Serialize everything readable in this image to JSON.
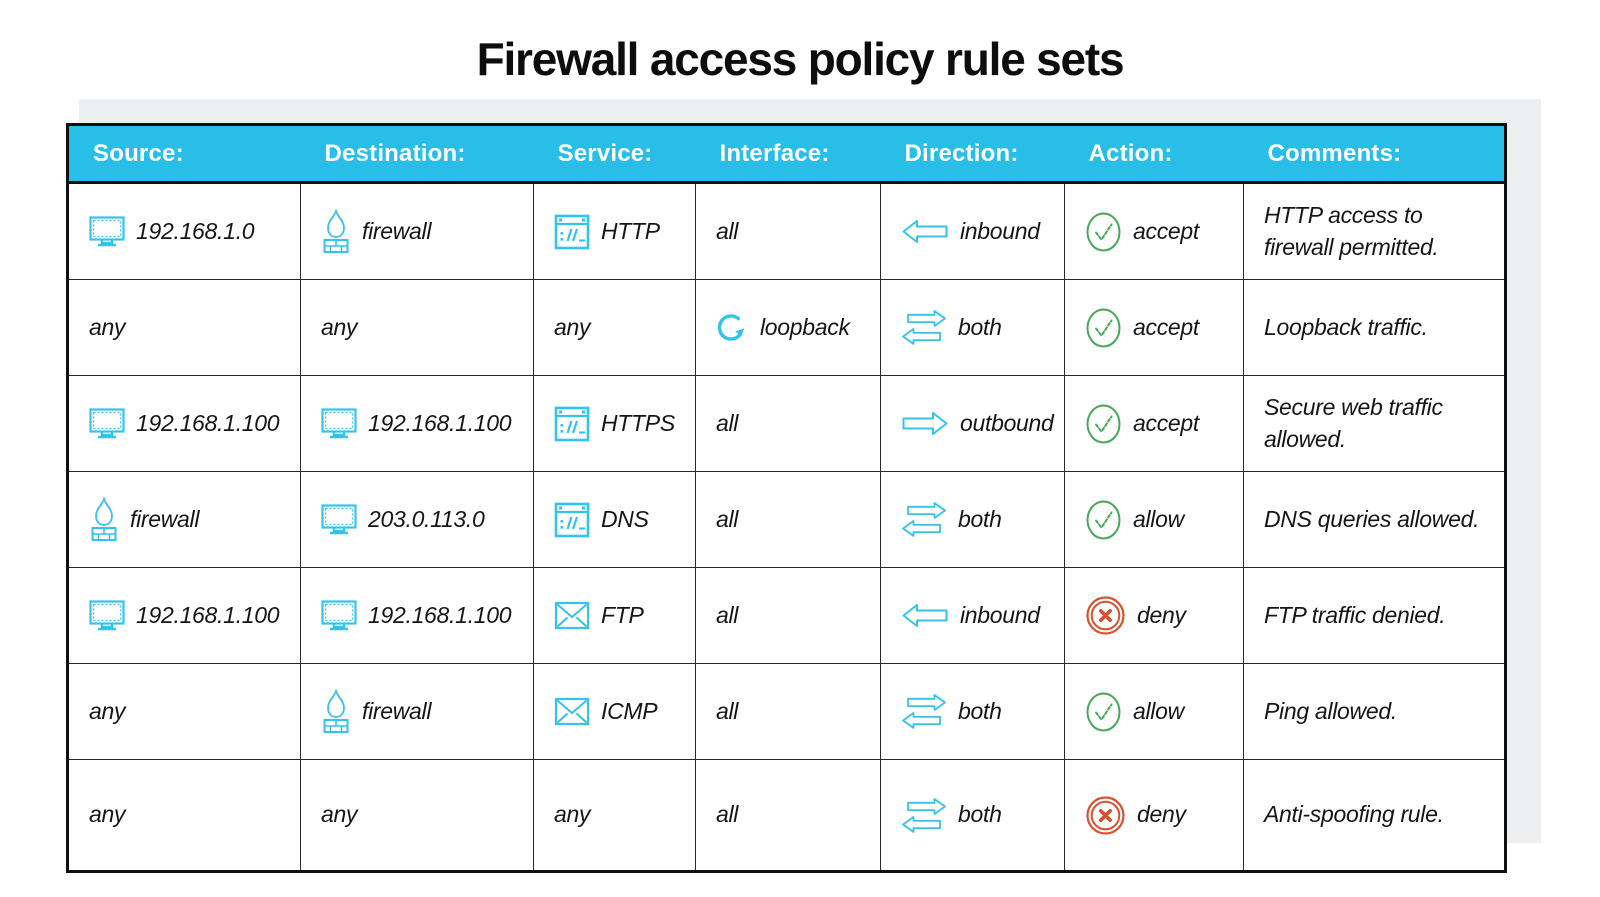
{
  "title": "Firewall access policy rule sets",
  "colors": {
    "header_bg": "#29BEE8",
    "icon_cyan": "#35C2EC",
    "accept_green": "#46A758",
    "deny_red": "#D8502F",
    "panel_gray": "#EDEFF1",
    "border_dark": "#101010"
  },
  "table": {
    "columns": [
      "Source:",
      "Destination:",
      "Service:",
      "Interface:",
      "Direction:",
      "Action:",
      "Comments:"
    ],
    "rows": [
      [
        {
          "icon": "computer-icon",
          "text": "192.168.1.0"
        },
        {
          "icon": "firewall-icon",
          "text": "firewall"
        },
        {
          "icon": "browser-icon",
          "text": "HTTP"
        },
        {
          "text": "all"
        },
        {
          "icon": "arrow-left-icon",
          "text": "inbound"
        },
        {
          "icon": "check-circle-icon",
          "text": "accept"
        },
        {
          "text": "HTTP access to firewall permitted."
        }
      ],
      [
        {
          "text": "any"
        },
        {
          "text": "any"
        },
        {
          "text": "any"
        },
        {
          "icon": "loopback-icon",
          "text": "loopback"
        },
        {
          "icon": "arrows-both-icon",
          "text": "both"
        },
        {
          "icon": "check-circle-icon",
          "text": "accept"
        },
        {
          "text": "Loopback traffic."
        }
      ],
      [
        {
          "icon": "computer-icon",
          "text": "192.168.1.100"
        },
        {
          "icon": "computer-icon",
          "text": "192.168.1.100"
        },
        {
          "icon": "browser-icon",
          "text": "HTTPS"
        },
        {
          "text": "all"
        },
        {
          "icon": "arrow-right-icon",
          "text": "outbound"
        },
        {
          "icon": "check-circle-icon",
          "text": "accept"
        },
        {
          "text": "Secure web traffic allowed."
        }
      ],
      [
        {
          "icon": "firewall-icon",
          "text": "firewall"
        },
        {
          "icon": "computer-icon",
          "text": "203.0.113.0"
        },
        {
          "icon": "browser-icon",
          "text": "DNS"
        },
        {
          "text": "all"
        },
        {
          "icon": "arrows-both-icon",
          "text": "both"
        },
        {
          "icon": "check-circle-icon",
          "text": "allow"
        },
        {
          "text": "DNS queries allowed."
        }
      ],
      [
        {
          "icon": "computer-icon",
          "text": "192.168.1.100"
        },
        {
          "icon": "computer-icon",
          "text": "192.168.1.100"
        },
        {
          "icon": "mail-icon",
          "text": "FTP"
        },
        {
          "text": "all"
        },
        {
          "icon": "arrow-left-icon",
          "text": "inbound"
        },
        {
          "icon": "x-circle-icon",
          "text": "deny"
        },
        {
          "text": "FTP traffic denied."
        }
      ],
      [
        {
          "text": "any"
        },
        {
          "icon": "firewall-icon",
          "text": "firewall"
        },
        {
          "icon": "mail-icon",
          "text": "ICMP"
        },
        {
          "text": "all"
        },
        {
          "icon": "arrows-both-icon",
          "text": "both"
        },
        {
          "icon": "check-circle-icon",
          "text": "allow"
        },
        {
          "text": "Ping allowed."
        }
      ],
      [
        {
          "text": "any"
        },
        {
          "text": "any"
        },
        {
          "text": "any"
        },
        {
          "text": "all"
        },
        {
          "icon": "arrows-both-icon",
          "text": "both"
        },
        {
          "icon": "x-circle-icon",
          "text": "deny"
        },
        {
          "text": "Anti-spoofing rule."
        }
      ]
    ]
  }
}
